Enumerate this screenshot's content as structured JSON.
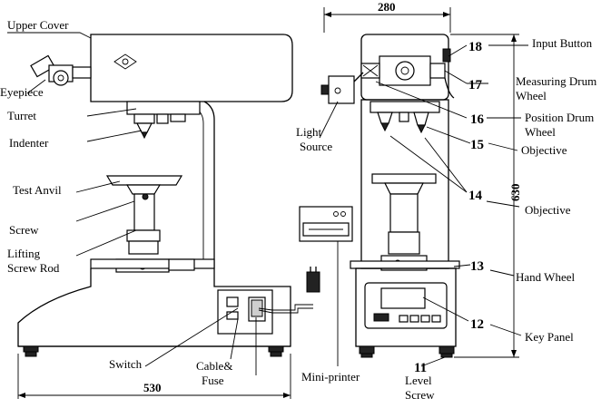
{
  "labels": {
    "upper_cover": "Upper Cover",
    "eyepiece": "Eyepiece",
    "turret": "Turret",
    "indenter": "Indenter",
    "test_anvil": "Test Anvil",
    "screw": "Screw",
    "lifting_screw_rod_1": "Lifting",
    "lifting_screw_rod_2": "Screw Rod",
    "switch": "Switch",
    "cable_fuse_1": "Cable&",
    "cable_fuse_2": "Fuse",
    "light_source_1": "Light",
    "light_source_2": "Source",
    "mini_printer": "Mini-printer",
    "input_button": "Input Button",
    "measuring_drum_wheel_1": "Measuring Drum",
    "measuring_drum_wheel_2": "Wheel",
    "position_drum_wheel_1": "Position Drum",
    "position_drum_wheel_2": "Wheel",
    "objective_upper": "Objective",
    "objective_lower": "Objective",
    "hand_wheel": "Hand Wheel",
    "key_panel": "Key Panel",
    "level_screw_1": "Level",
    "level_screw_2": "Screw"
  },
  "callouts": {
    "n18": "18",
    "n17": "17",
    "n16": "16",
    "n15": "15",
    "n14": "14",
    "n13": "13",
    "n12": "12",
    "n11": "11"
  },
  "dimensions": {
    "width_front": "280",
    "height_front": "630",
    "width_side": "530"
  }
}
